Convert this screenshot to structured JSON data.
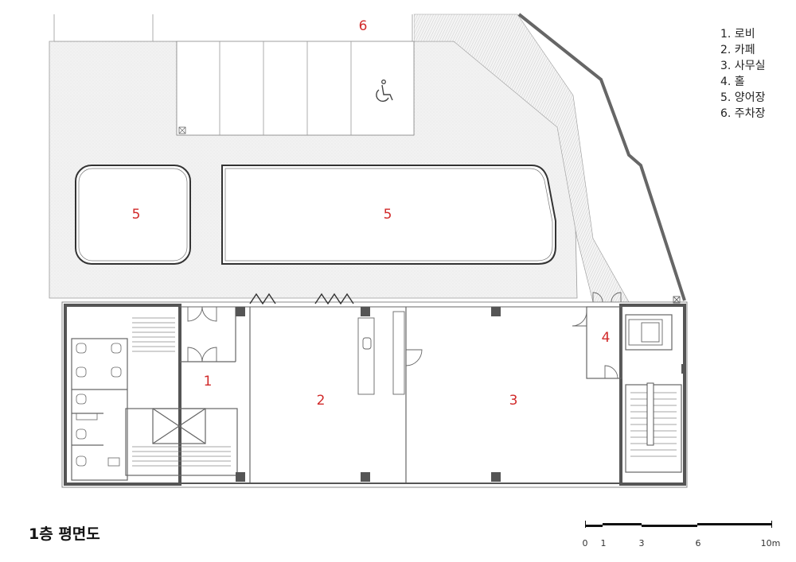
{
  "legend": [
    "1. 로비",
    "2. 카페",
    "3. 사무실",
    "4. 홀",
    "5. 양어장",
    "6. 주차장"
  ],
  "zones": {
    "lobby": "1",
    "cafe": "2",
    "office": "3",
    "hall": "4",
    "fish_farm_left": "5",
    "fish_farm_right": "5",
    "parking": "6"
  },
  "title": "1층 평면도",
  "scale_bar": {
    "ticks": [
      "0",
      "1",
      "3",
      "6",
      "10m"
    ]
  },
  "colors": {
    "label": "#d12a2a",
    "wall": "#555555",
    "column": "#555555"
  }
}
